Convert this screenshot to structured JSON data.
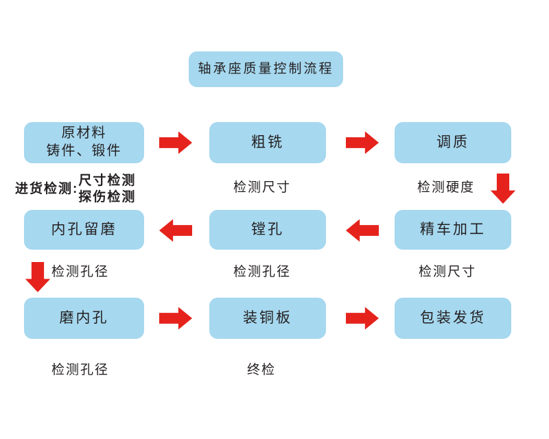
{
  "diagram": {
    "title": "轴承座质量控制流程",
    "boxes": [
      {
        "id": "raw-material",
        "lines": [
          "原材料",
          "铸件、锻件"
        ]
      },
      {
        "id": "rough-milling",
        "lines": [
          "粗铣"
        ]
      },
      {
        "id": "quench-temper",
        "lines": [
          "调质"
        ]
      },
      {
        "id": "inner-hole-reserve-grind",
        "lines": [
          "内孔留磨"
        ]
      },
      {
        "id": "boring",
        "lines": [
          "镗孔"
        ]
      },
      {
        "id": "finish-turning",
        "lines": [
          "精车加工"
        ]
      },
      {
        "id": "grind-inner-hole",
        "lines": [
          "磨内孔"
        ]
      },
      {
        "id": "install-copper-plate",
        "lines": [
          "装铜板"
        ]
      },
      {
        "id": "package-ship",
        "lines": [
          "包装发货"
        ]
      }
    ],
    "captions": {
      "incoming_label": "进货检测:",
      "incoming_line1": "尺寸检测",
      "incoming_line2": "探伤检测",
      "check_dimension_row1": "检测尺寸",
      "check_hardness": "检测硬度",
      "check_bore_row2_left": "检测孔径",
      "check_bore_row2_mid": "检测孔径",
      "check_dimension_row2_right": "检测尺寸",
      "check_bore_row3": "检测孔径",
      "final_inspection": "终检"
    },
    "colors": {
      "box_fill": "#a6d8ef",
      "arrow_red": "#e5231c",
      "text": "#231f20",
      "background": "#ffffff"
    }
  }
}
